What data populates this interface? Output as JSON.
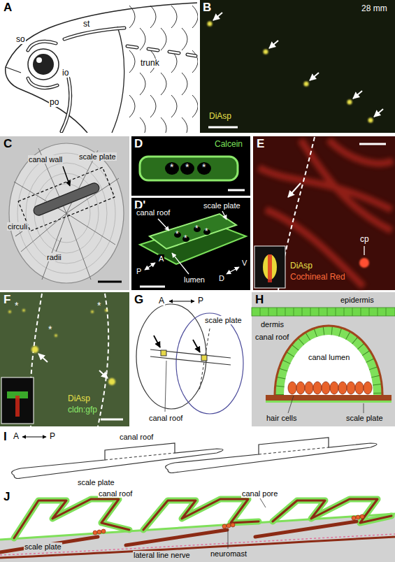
{
  "diagram": {
    "labels": [
      "A",
      "so",
      "st",
      "io",
      "po",
      "trunk",
      "B",
      "28 mm",
      "DiAsp",
      "C",
      "canal wall",
      "scale plate",
      "circuli",
      "radii",
      "D",
      "Calcein",
      "*",
      "*",
      "*",
      "D'",
      "canal roof",
      "scale plate",
      "*",
      "*",
      "*",
      "*",
      "P",
      "A",
      "D",
      "V",
      "lumen",
      "E",
      "DiAsp",
      "Cochineal Red",
      "cp",
      "F",
      "*",
      "*",
      "*",
      "DiAsp",
      "cldn:gfp",
      "G",
      "A",
      "P",
      "scale plate",
      "canal roof",
      "H",
      "epidermis",
      "dermis",
      "canal roof",
      "canal lumen",
      "hair cells",
      "scale plate",
      "I",
      "A",
      "P",
      "canal roof",
      "scale plate",
      "J",
      "canal roof",
      "canal pore",
      "scale plate",
      "lateral line nerve",
      "neuromast"
    ]
  }
}
